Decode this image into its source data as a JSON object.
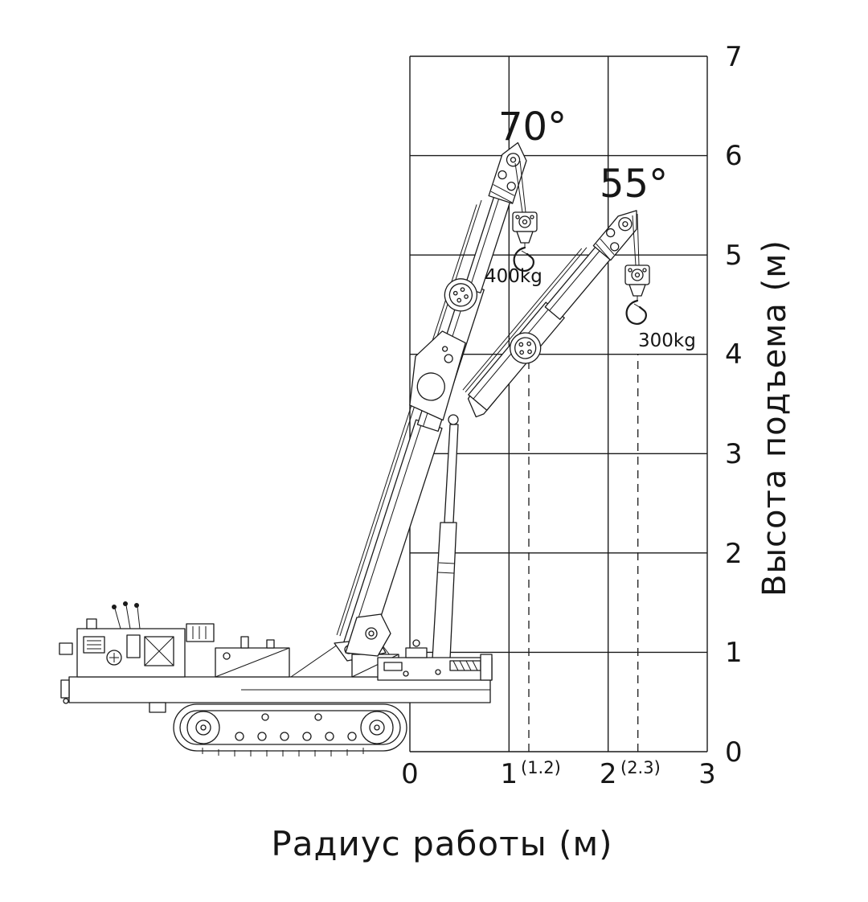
{
  "chart_data": {
    "type": "crane-working-range-diagram",
    "illustration": "crawler-crane-side-view-with-telescopic-boom",
    "xlabel": "Радиус работы (м)",
    "ylabel": "Высота подъема (м)",
    "xlim": [
      0,
      3
    ],
    "ylim": [
      0,
      7
    ],
    "grid": true,
    "x_ticks": [
      "0",
      "1",
      "2",
      "3"
    ],
    "y_ticks": [
      "0",
      "1",
      "2",
      "3",
      "4",
      "5",
      "6",
      "7"
    ],
    "boom_positions": [
      {
        "angle_label": "70°",
        "angle_deg": 70,
        "capacity_label": "400kg",
        "radius_m": 1.2,
        "radius_label": "(1.2)"
      },
      {
        "angle_label": "55°",
        "angle_deg": 55,
        "capacity_label": "300kg",
        "radius_m": 2.3,
        "radius_label": "(2.3)"
      }
    ],
    "dashed_lines_at_radius_m": [
      1.2,
      2.3
    ]
  },
  "colors": {
    "line": "#1a1a1a",
    "background": "#ffffff"
  }
}
